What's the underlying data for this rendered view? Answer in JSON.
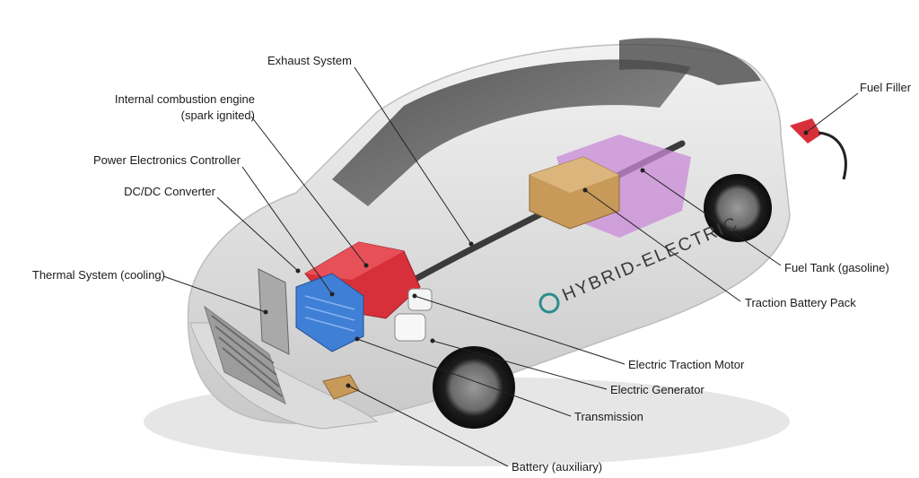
{
  "colors": {
    "engine": "#d8303a",
    "pcu": "#3f7fd6",
    "fuel_tank": "#c98ad8",
    "battery_pack": "#c79a5a",
    "leader": "#222222"
  },
  "car": {
    "side_text": "HYBRID-ELECTRIC"
  },
  "labels": {
    "exhaust": "Exhaust System",
    "ice_line1": "Internal combustion engine",
    "ice_line2": "(spark ignited)",
    "pec": "Power Electronics Controller",
    "dcdc": "DC/DC Converter",
    "thermal": "Thermal System (cooling)",
    "fuel_filler": "Fuel Filler",
    "fuel_tank": "Fuel Tank (gasoline)",
    "traction_battery": "Traction Battery Pack",
    "traction_motor": "Electric Traction Motor",
    "generator": "Electric Generator",
    "transmission": "Transmission",
    "aux_battery": "Battery (auxiliary)"
  }
}
